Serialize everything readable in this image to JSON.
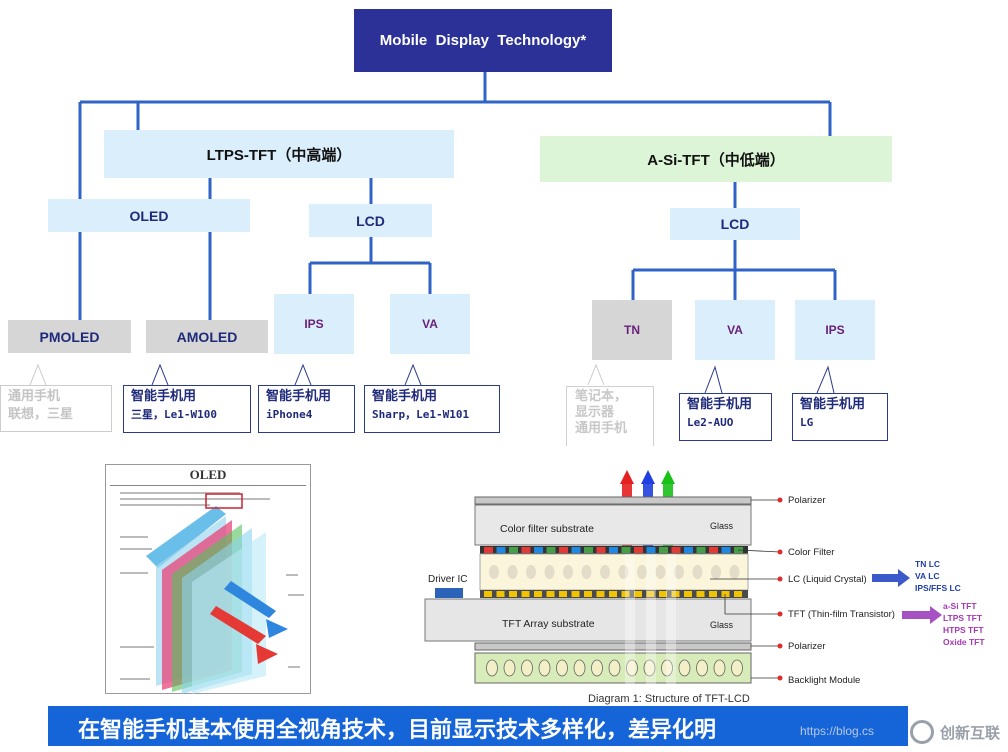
{
  "title": "Mobile  Display  Technology*",
  "ltps": {
    "label": "LTPS-TFT（中高端）"
  },
  "asi": {
    "label": "A-Si-TFT（中低端）"
  },
  "oled": {
    "label": "OLED"
  },
  "ltps_lcd": {
    "label": "LCD"
  },
  "asi_lcd": {
    "label": "LCD"
  },
  "pmoled": {
    "label": "PMOLED",
    "note_line1": "通用手机",
    "note_line2": "联想，三星"
  },
  "amoled": {
    "label": "AMOLED",
    "note_line1": "智能手机用",
    "note_line2": "三星，Le1-W100"
  },
  "ltps_ips": {
    "label": "IPS",
    "note_line1": "智能手机用",
    "note_line2": "iPhone4"
  },
  "ltps_va": {
    "label": "VA",
    "note_line1": "智能手机用",
    "note_line2": "Sharp，Le1-W101"
  },
  "tn": {
    "label": "TN",
    "note_line1": "笔记本，",
    "note_line2": "显示器",
    "note_line3": "通用手机"
  },
  "asi_va": {
    "label": "VA",
    "note_line1": "智能手机用",
    "note_line2": "Le2-AUO"
  },
  "asi_ips": {
    "label": "IPS",
    "note_line1": "智能手机用",
    "note_line2": "LG"
  },
  "oled_figure": {
    "title": "OLED"
  },
  "tft_diagram": {
    "caption": "Diagram 1: Structure of TFT-LCD",
    "driver_ic": "Driver IC",
    "color_filter_substrate": "Color filter substrate",
    "tft_array_substrate": "TFT Array substrate",
    "glass": "Glass",
    "labels": {
      "polarizer_top": "Polarizer",
      "color_filter": "Color Filter",
      "lc": "LC (Liquid Crystal)",
      "tft": "TFT (Thin-film Transistor)",
      "polarizer_bottom": "Polarizer",
      "backlight": "Backlight Module"
    },
    "lc_types": [
      "TN LC",
      "VA LC",
      "IPS/FFS LC"
    ],
    "tft_types": [
      "a-Si TFT",
      "LTPS TFT",
      "HTPS TFT",
      "Oxide TFT"
    ]
  },
  "banner": {
    "text": "在智能手机基本使用全视角技术，目前显示技术多样化，差异化明"
  },
  "watermark": {
    "url": "https://blog.cs",
    "logo_text": "创新互联"
  },
  "colors": {
    "navy": "#2b3196",
    "connector": "#2f63c8",
    "banner": "#1565d8",
    "purple_text": "#6a1f7a"
  }
}
